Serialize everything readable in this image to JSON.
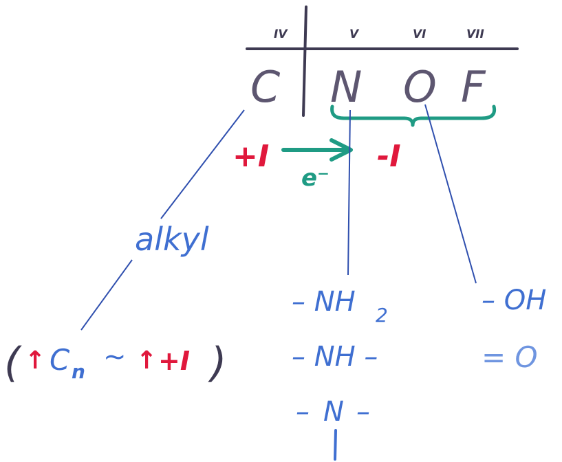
{
  "colors": {
    "dark": "#3e3a52",
    "purple_gray": "#5d5670",
    "red": "#e0183c",
    "teal": "#1f9b84",
    "blue": "#3f6fd1",
    "light_blue": "#6f95e0",
    "line_blue": "#2f4fae"
  },
  "table": {
    "group_headers": [
      "IV",
      "V",
      "VI",
      "VII"
    ],
    "elements": [
      "C",
      "N",
      "O",
      "F"
    ]
  },
  "effects": {
    "positive": "+I",
    "negative": "-I",
    "electron": "e⁻"
  },
  "alkyl": {
    "label": "alkyl",
    "relation": {
      "open": "(",
      "arrow1": "↑",
      "c": "C",
      "n": "n",
      "tilde": "~",
      "arrow2": "↑",
      "plus_i": "+I",
      "close": ")"
    }
  },
  "nitrogen_groups": {
    "nh2_prefix": "– NH",
    "nh2_sub": "2",
    "nh": "– NH –",
    "n_center": "N",
    "n_dash_left": "–",
    "n_dash_right": "–"
  },
  "oxygen_groups": {
    "oh": "– OH",
    "o_double": "= O"
  }
}
